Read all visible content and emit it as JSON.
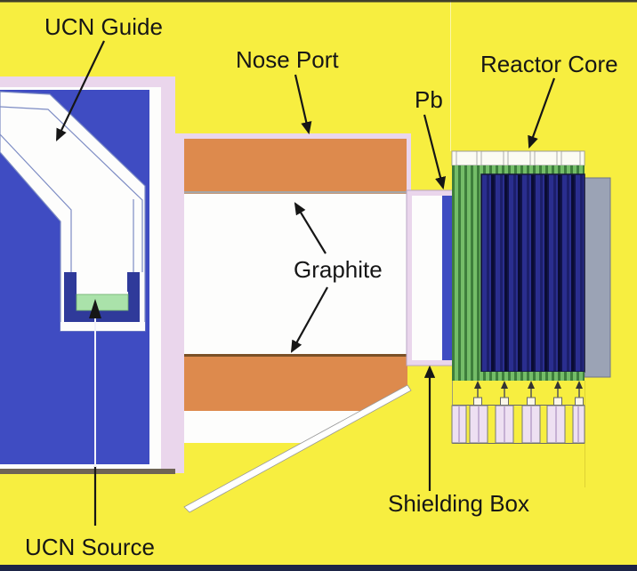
{
  "diagram": {
    "title_context": "UCN source / reactor core cross-section diagram",
    "labels": {
      "ucn_guide": "UCN Guide",
      "nose_port": "Nose Port",
      "pb": "Pb",
      "reactor_core": "Reactor Core",
      "graphite": "Graphite",
      "ucn_source": "UCN Source",
      "shielding_box": "Shielding Box"
    },
    "colors": {
      "background": "#f7ee40",
      "blue_shield": "#3f4cc2",
      "orange_graphite": "#dd8a4d",
      "lavender_border": "#ead6ec",
      "green_source": "#aae2aa",
      "core_green": "#74bd68",
      "core_navy": "#2a2e8f",
      "gray_slab": "#9ba3b5",
      "label_color": "#161616"
    }
  }
}
